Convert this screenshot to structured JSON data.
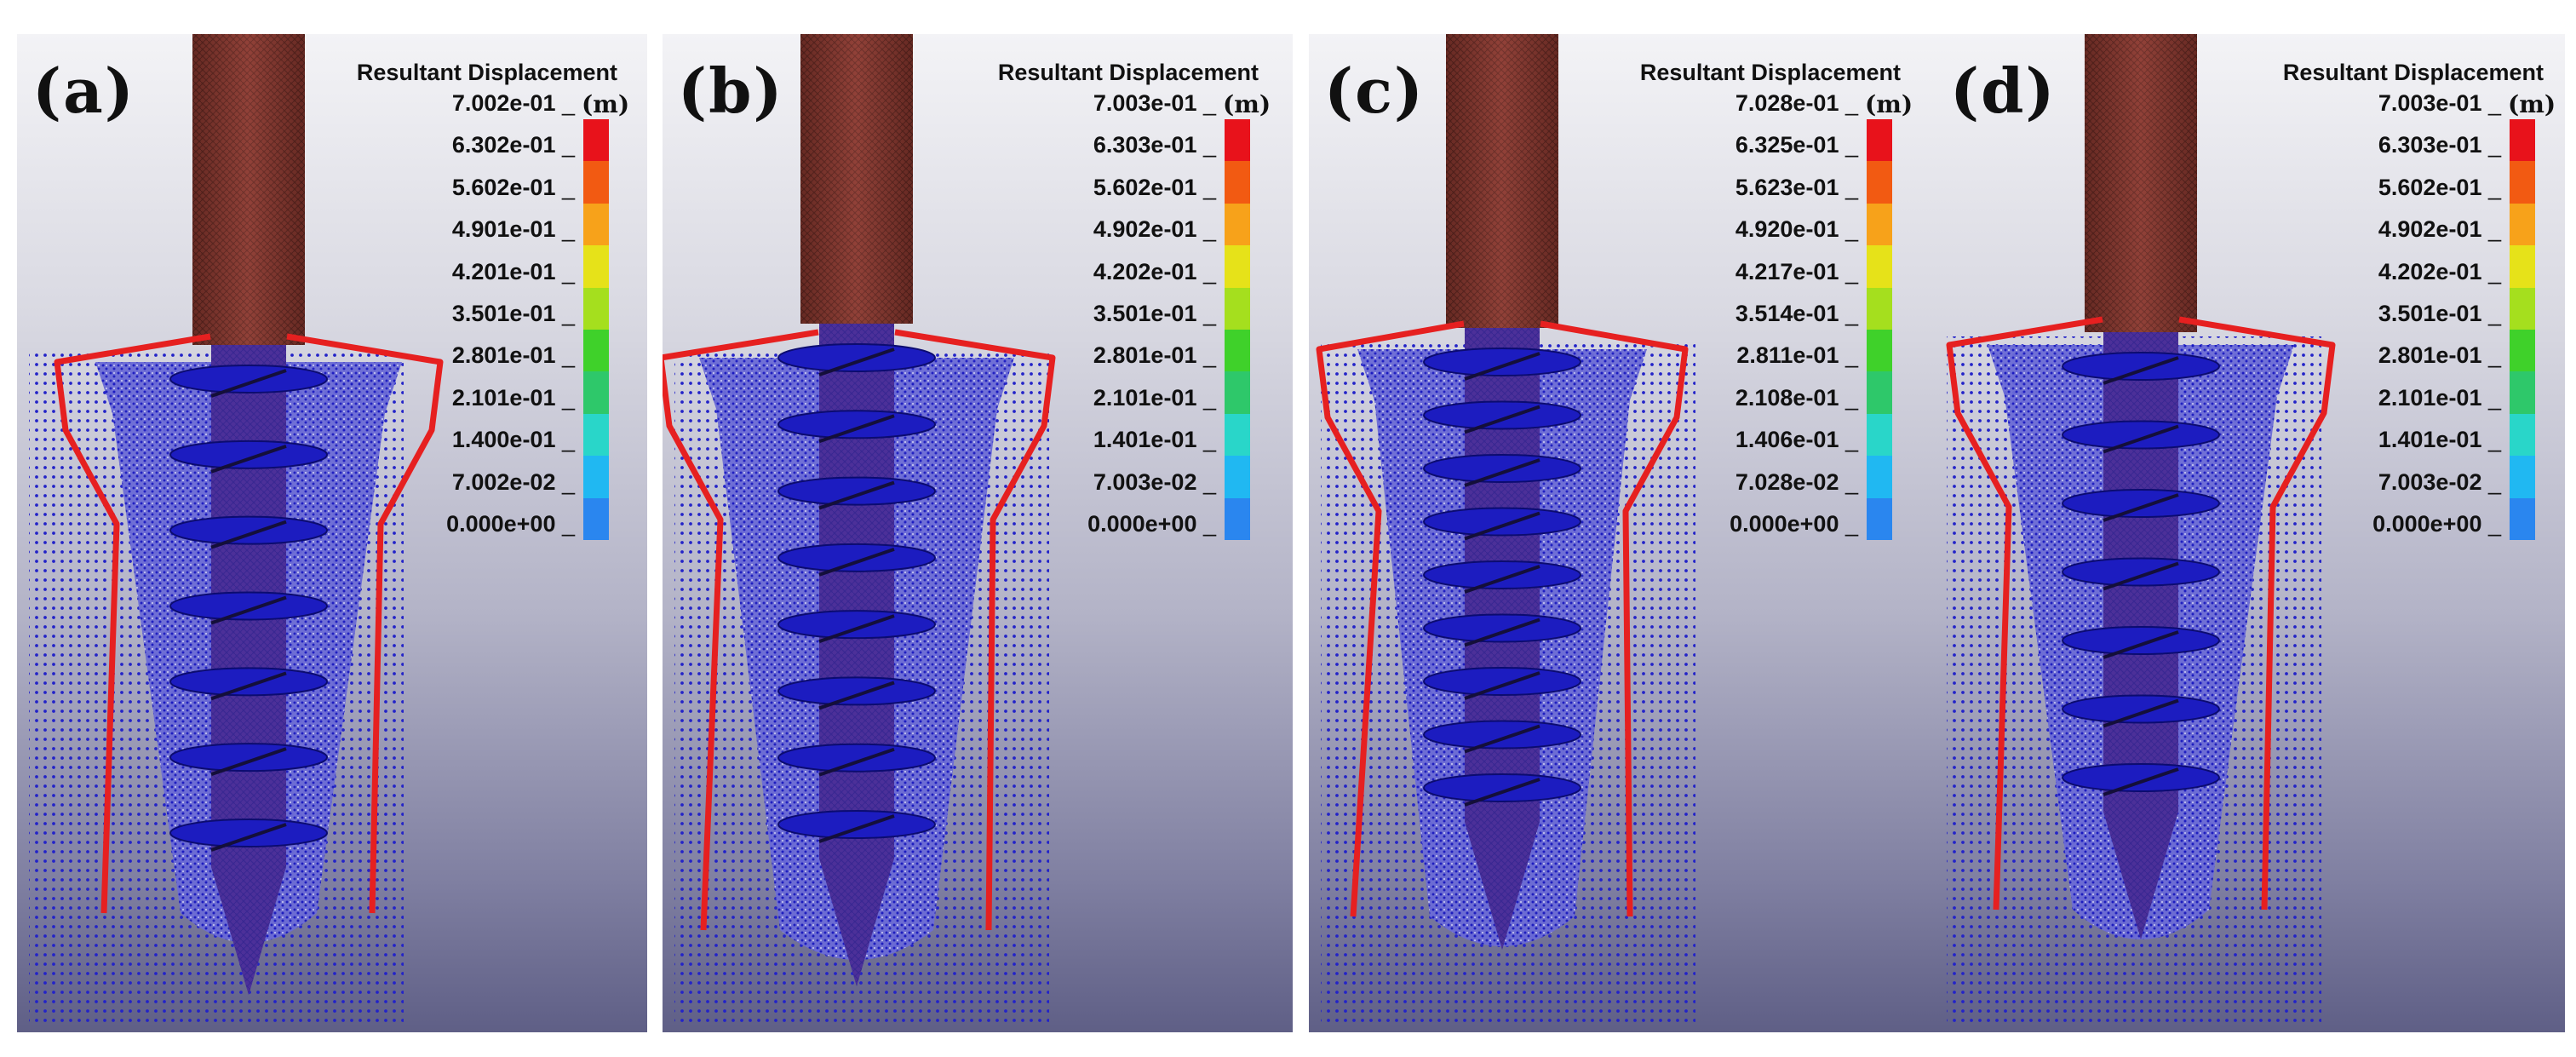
{
  "figure": {
    "legend_title": "Resultant Displacement",
    "unit": "(m)",
    "legend_colors": [
      "#e8121b",
      "#f25a12",
      "#f7a21a",
      "#e6e219",
      "#a5df1e",
      "#3fd12a",
      "#2ec86a",
      "#29d6c9",
      "#20b8f2",
      "#2a86ef",
      "#1a1adb"
    ],
    "pile_color": "#8a3a32",
    "soil_color": "#2323c8",
    "outline_color": "#e62020"
  },
  "panels": [
    {
      "label": "(a)",
      "values": [
        "7.002e-01",
        "6.302e-01",
        "5.602e-01",
        "4.901e-01",
        "4.201e-01",
        "3.501e-01",
        "2.801e-01",
        "2.101e-01",
        "1.400e-01",
        "7.002e-02",
        "0.000e+00"
      ]
    },
    {
      "label": "(b)",
      "values": [
        "7.003e-01",
        "6.303e-01",
        "5.602e-01",
        "4.902e-01",
        "4.202e-01",
        "3.501e-01",
        "2.801e-01",
        "2.101e-01",
        "1.401e-01",
        "7.003e-02",
        "0.000e+00"
      ]
    },
    {
      "label": "(c)",
      "values": [
        "7.028e-01",
        "6.325e-01",
        "5.623e-01",
        "4.920e-01",
        "4.217e-01",
        "3.514e-01",
        "2.811e-01",
        "2.108e-01",
        "1.406e-01",
        "7.028e-02",
        "0.000e+00"
      ]
    },
    {
      "label": "(d)",
      "values": [
        "7.003e-01",
        "6.303e-01",
        "5.602e-01",
        "4.902e-01",
        "4.202e-01",
        "3.501e-01",
        "2.801e-01",
        "2.101e-01",
        "1.401e-01",
        "7.003e-02",
        "0.000e+00"
      ]
    }
  ]
}
